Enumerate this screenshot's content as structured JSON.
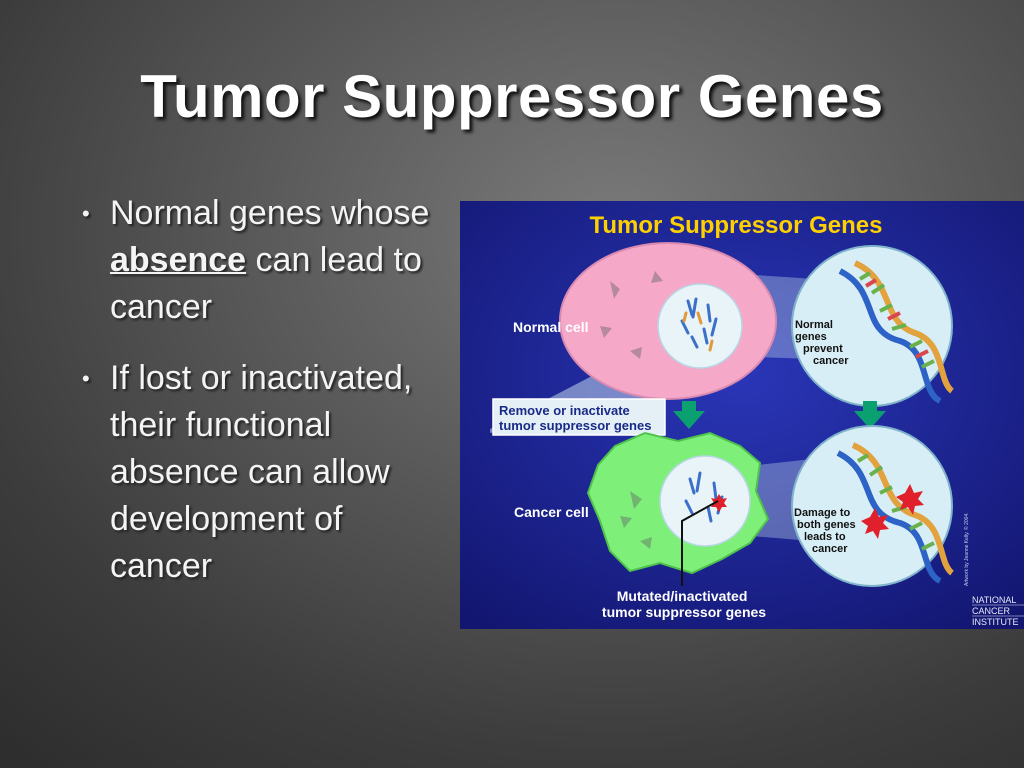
{
  "slide": {
    "title": "Tumor Suppressor Genes",
    "bullets": [
      {
        "before": "Normal genes whose ",
        "emphasis": "absence",
        "after": " can lead to cancer"
      },
      {
        "text": "If lost or inactivated, their functional absence can allow development of cancer"
      }
    ]
  },
  "figure": {
    "title": "Tumor Suppressor Genes",
    "normal_cell_label": "Normal cell",
    "cancer_cell_label": "Cancer cell",
    "remove_label_lines": [
      "Remove or inactivate",
      "tumor suppressor genes"
    ],
    "normal_genes_lines": [
      "Normal",
      "genes",
      "prevent",
      "cancer"
    ],
    "damage_lines": [
      "Damage to",
      "both genes",
      "leads to",
      "cancer"
    ],
    "mutated_lines": [
      "Mutated/inactivated",
      "tumor suppressor genes"
    ],
    "logo_lines": [
      "NATIONAL",
      "CANCER",
      "INSTITUTE"
    ],
    "artwork_credit": "Artwork by Jeanne Kelly. © 2004.",
    "colors": {
      "background": "#1a1f8c",
      "title": "#ffd000",
      "normal_cell": "#f6a8c8",
      "cancer_cell": "#7ef07a",
      "arrow": "#0aa070"
    }
  }
}
